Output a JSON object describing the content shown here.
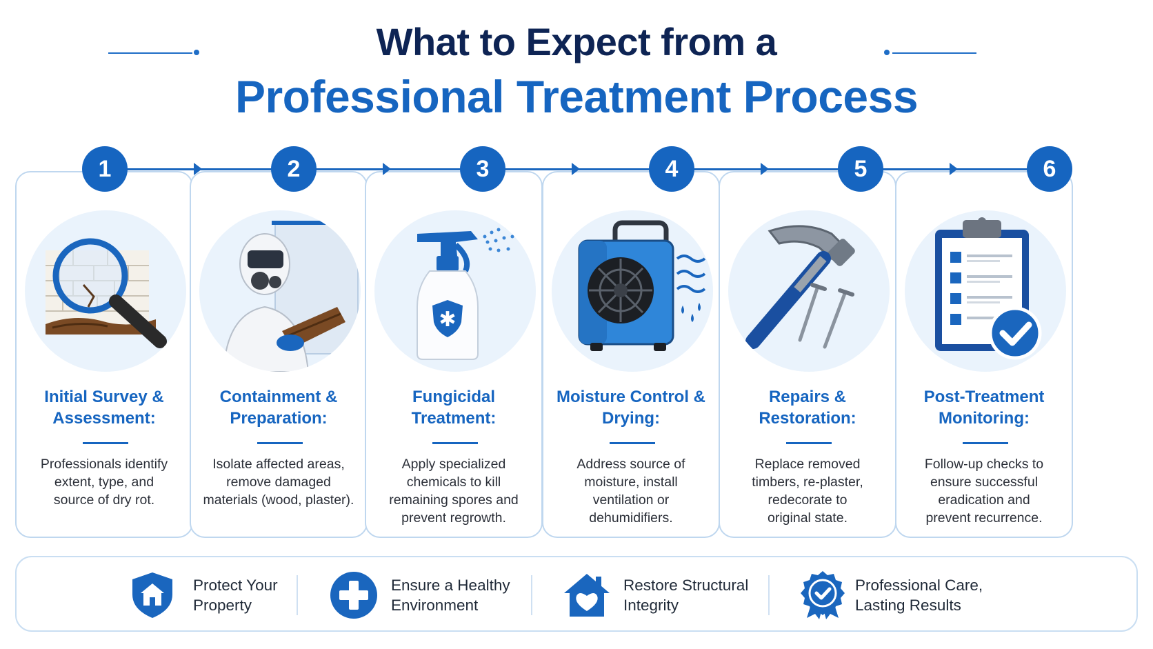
{
  "title": {
    "line1": "What to Expect from a",
    "line2": "Professional Treatment Process"
  },
  "colors": {
    "primary": "#1665c0",
    "navy": "#0e2454",
    "light_circle": "#eaf3fc",
    "card_border": "#bfd7ef"
  },
  "steps": [
    {
      "number": "1",
      "title_line1": "Initial Survey &",
      "title_line2": "Assessment:",
      "desc": [
        "Professionals identify",
        "extent, type, and",
        "source of dry rot."
      ],
      "icon": "magnifying-glass-icon"
    },
    {
      "number": "2",
      "title_line1": "Containment &",
      "title_line2": "Preparation:",
      "desc": [
        "Isolate affected areas,",
        "remove damaged",
        "materials (wood, plaster)."
      ],
      "icon": "hazmat-worker-icon"
    },
    {
      "number": "3",
      "title_line1": "Fungicidal",
      "title_line2": "Treatment:",
      "desc": [
        "Apply specialized",
        "chemicals to kill",
        "remaining spores and",
        "prevent regrowth."
      ],
      "icon": "spray-bottle-icon"
    },
    {
      "number": "4",
      "title_line1": "Moisture Control &",
      "title_line2": "Drying:",
      "desc": [
        "Address source of",
        "moisture, install",
        "ventilation or",
        "dehumidifiers."
      ],
      "icon": "dehumidifier-icon"
    },
    {
      "number": "5",
      "title_line1": "Repairs &",
      "title_line2": "Restoration:",
      "desc": [
        "Replace removed",
        "timbers, re-plaster,",
        "redecorate to",
        "original state."
      ],
      "icon": "hammer-nails-icon"
    },
    {
      "number": "6",
      "title_line1": "Post-Treatment",
      "title_line2": "Monitoring:",
      "desc": [
        "Follow-up checks to",
        "ensure successful",
        "eradication and",
        "prevent recurrence."
      ],
      "icon": "clipboard-check-icon"
    }
  ],
  "benefits": [
    {
      "line1": "Protect Your",
      "line2": "Property",
      "icon": "shield-house-icon"
    },
    {
      "line1": "Ensure a Healthy",
      "line2": "Environment",
      "icon": "medical-cross-icon"
    },
    {
      "line1": "Restore Structural",
      "line2": "Integrity",
      "icon": "house-heart-icon"
    },
    {
      "line1": "Professional Care,",
      "line2": "Lasting Results",
      "icon": "award-badge-icon"
    }
  ]
}
